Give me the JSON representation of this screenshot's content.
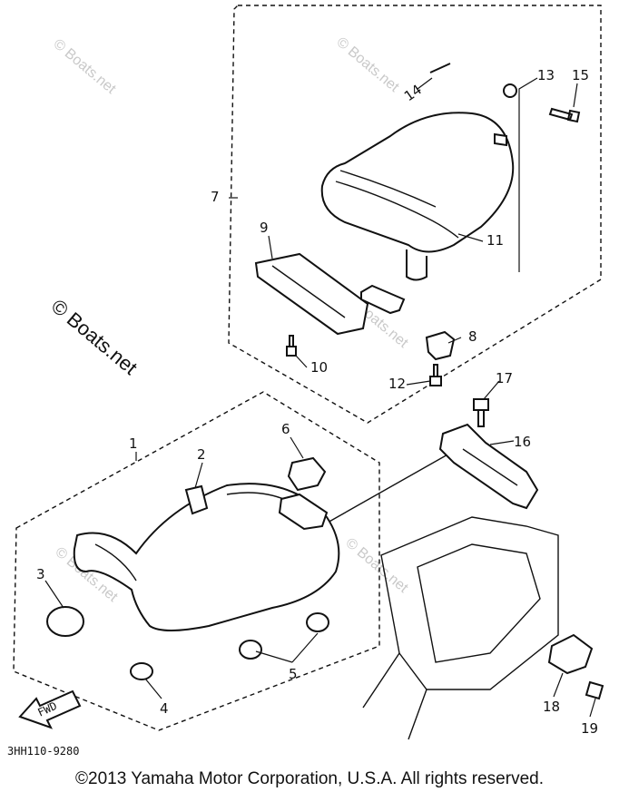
{
  "diagram": {
    "part_numbers": [
      "1",
      "2",
      "3",
      "4",
      "5",
      "6",
      "7",
      "8",
      "9",
      "10",
      "11",
      "12",
      "13",
      "14",
      "15",
      "16",
      "17",
      "18",
      "19"
    ],
    "watermark_text": "© Boats.net",
    "front_arrow_text": "FWD",
    "drawing_code": "3HH110-9280"
  },
  "footer": {
    "copyright": "©2013 Yamaha Motor Corporation, U.S.A. All rights reserved."
  }
}
